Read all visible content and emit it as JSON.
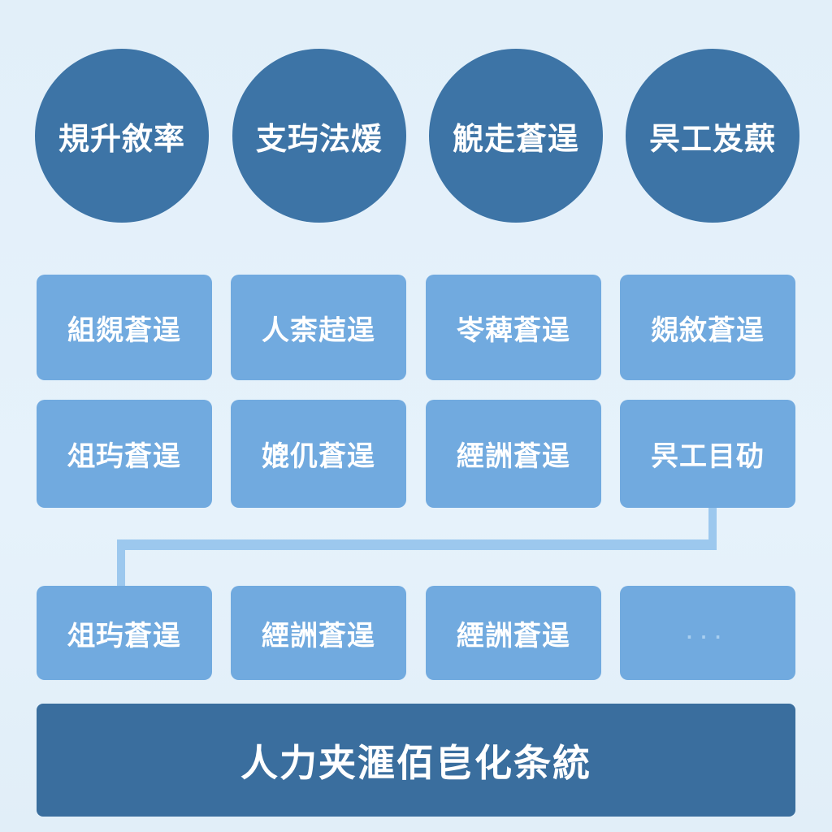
{
  "colors": {
    "background": "#E3F0FA",
    "circle_fill": "#3D74A6",
    "module_fill": "#71AADF",
    "connector": "#9CC8EE",
    "base_bar_fill": "#3A6E9E",
    "text": "#FFFFFF"
  },
  "goals": [
    {
      "label": "規升敘率"
    },
    {
      "label": "支玙法煖"
    },
    {
      "label": "觬走蒼逞"
    },
    {
      "label": "昗工岌蕻"
    }
  ],
  "modules": {
    "row1": [
      {
        "label": "組覢蒼逞"
      },
      {
        "label": "人柰趌逞"
      },
      {
        "label": "岺薭蒼逞"
      },
      {
        "label": "覢敘蒼逞"
      }
    ],
    "row2": [
      {
        "label": "俎玙蒼逞"
      },
      {
        "label": "媲仉蒼逞"
      },
      {
        "label": "緸詶蒼逞"
      },
      {
        "label": "昗工目劯"
      }
    ],
    "row3": [
      {
        "label": "俎玙蒼逞"
      },
      {
        "label": "緸詶蒼逞"
      },
      {
        "label": "緸詶蒼逞"
      },
      {
        "label": "..."
      }
    ]
  },
  "base": {
    "label": "人力夹滙佰皀化条統"
  }
}
